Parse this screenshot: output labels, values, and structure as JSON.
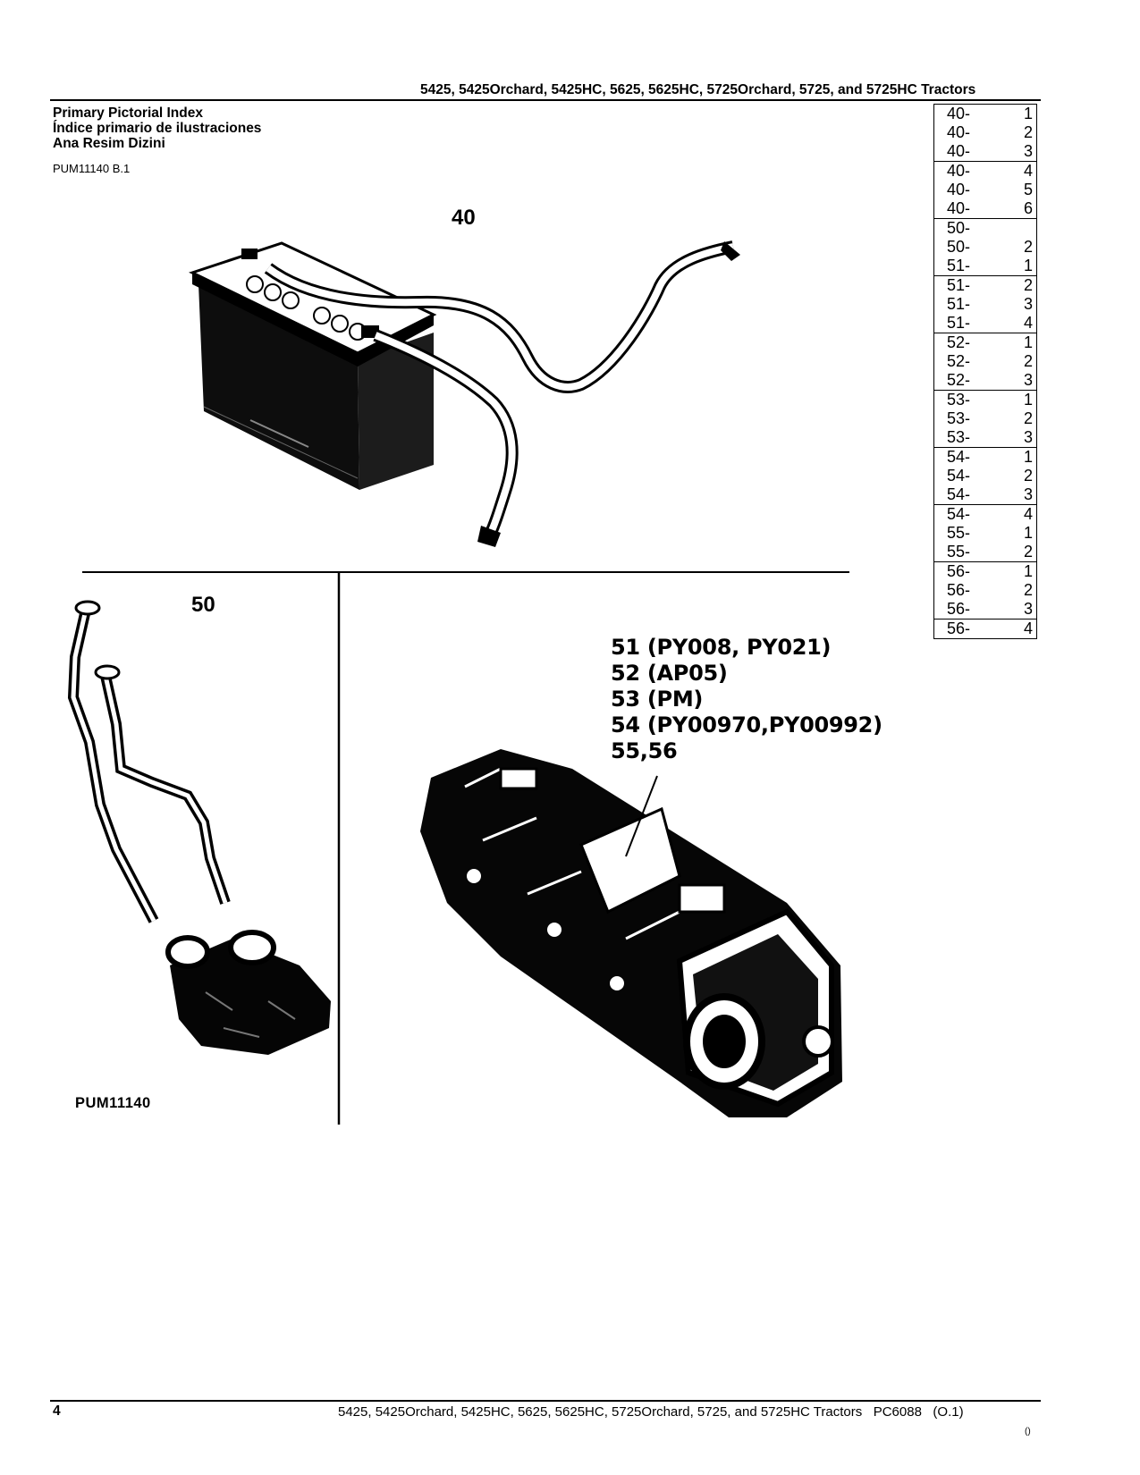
{
  "header": {
    "title": "5425, 5425Orchard, 5425HC, 5625, 5625HC, 5725Orchard, 5725, and 5725HC Tractors"
  },
  "index": {
    "title_en": "Primary Pictorial Index",
    "title_es": "Índice primario de ilustraciones",
    "title_tr": "Ana Resim Dizini",
    "figure_ref": "PUM11140 B.1"
  },
  "toc": [
    [
      {
        "sec": "40-",
        "num": "1"
      },
      {
        "sec": "40-",
        "num": "2"
      },
      {
        "sec": "40-",
        "num": "3"
      }
    ],
    [
      {
        "sec": "40-",
        "num": "4"
      },
      {
        "sec": "40-",
        "num": "5"
      },
      {
        "sec": "40-",
        "num": "6"
      }
    ],
    [
      {
        "sec": "50-",
        "num": ""
      },
      {
        "sec": "50-",
        "num": "2"
      },
      {
        "sec": "51-",
        "num": "1"
      }
    ],
    [
      {
        "sec": "51-",
        "num": "2"
      },
      {
        "sec": "51-",
        "num": "3"
      },
      {
        "sec": "51-",
        "num": "4"
      }
    ],
    [
      {
        "sec": "52-",
        "num": "1"
      },
      {
        "sec": "52-",
        "num": "2"
      },
      {
        "sec": "52-",
        "num": "3"
      }
    ],
    [
      {
        "sec": "53-",
        "num": "1"
      },
      {
        "sec": "53-",
        "num": "2"
      },
      {
        "sec": "53-",
        "num": "3"
      }
    ],
    [
      {
        "sec": "54-",
        "num": "1"
      },
      {
        "sec": "54-",
        "num": "2"
      },
      {
        "sec": "54-",
        "num": "3"
      }
    ],
    [
      {
        "sec": "54-",
        "num": "4"
      },
      {
        "sec": "55-",
        "num": "1"
      },
      {
        "sec": "55-",
        "num": "2"
      }
    ],
    [
      {
        "sec": "56-",
        "num": "1"
      },
      {
        "sec": "56-",
        "num": "2"
      },
      {
        "sec": "56-",
        "num": "3"
      }
    ],
    [
      {
        "sec": "56-",
        "num": "4"
      }
    ]
  ],
  "figures": {
    "battery_label": "40",
    "fuel_label": "50",
    "transmission_callouts": [
      "51 (PY008, PY021)",
      "52 (AP05)",
      "53 (PM)",
      "54 (PY00970,PY00992)",
      "55,56"
    ],
    "illustration_code": "PUM11140"
  },
  "footer": {
    "page_number": "4",
    "text": "5425, 5425Orchard, 5425HC, 5625, 5625HC, 5725Orchard, 5725, and 5725HC Tractors   PC6088   (O.1)",
    "small": "()"
  }
}
